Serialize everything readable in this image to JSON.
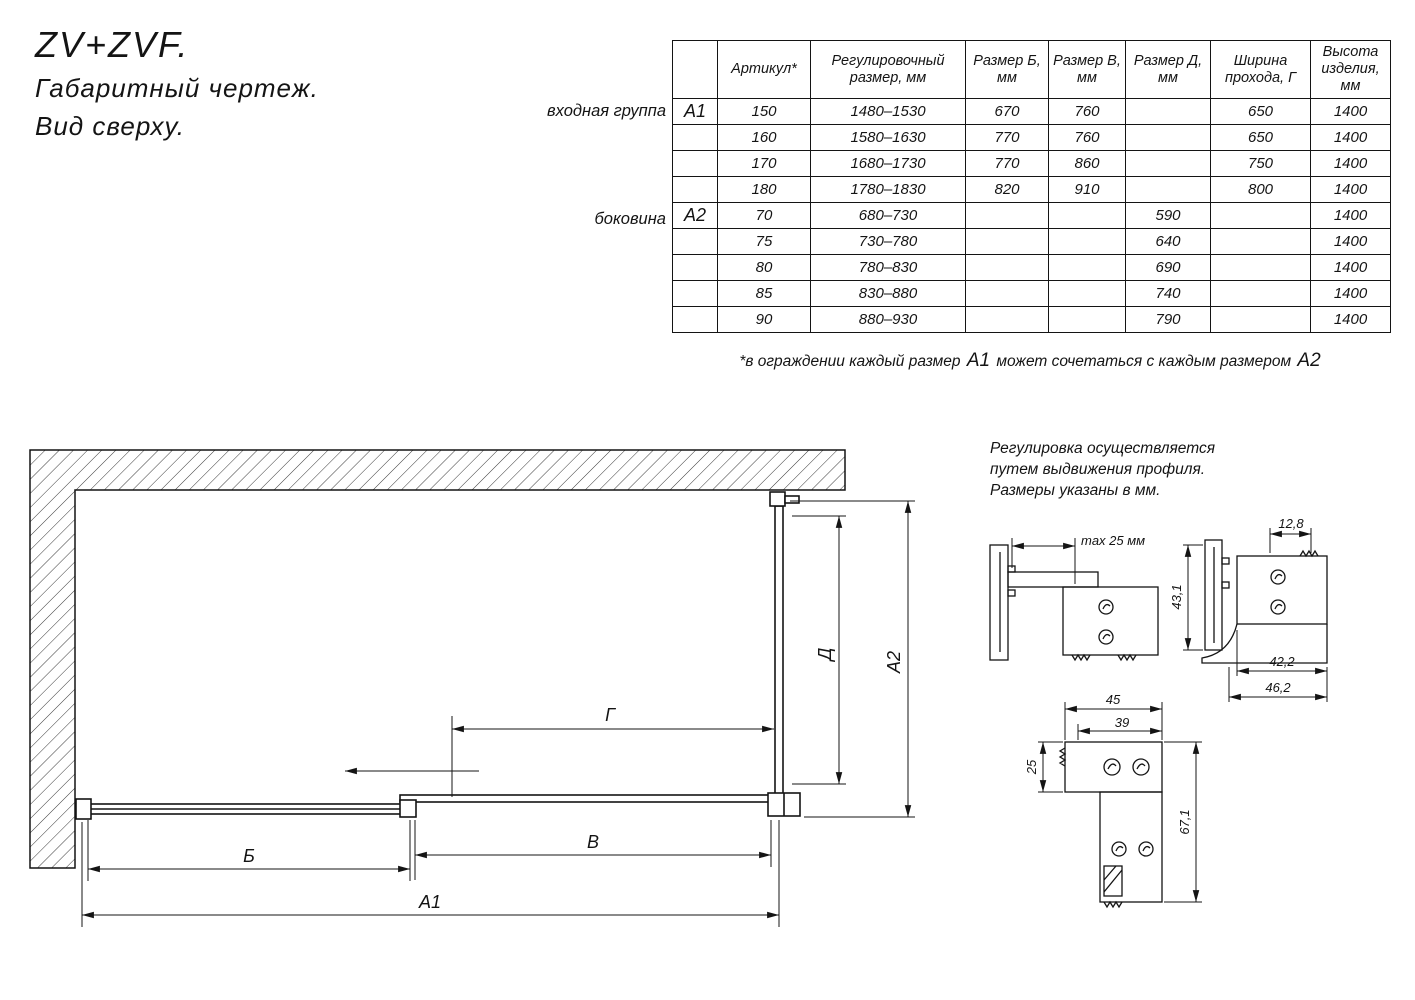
{
  "title": {
    "product": "ZV+ZVF.",
    "line2": "Габаритный чертеж.",
    "line3": "Вид сверху."
  },
  "table": {
    "side_labels": {
      "entry_group": "входная группа",
      "side_panel": "боковина"
    },
    "headers": {
      "article": "Артикул*",
      "adjust": "Регулировочный размер, мм",
      "size_b": "Размер Б, мм",
      "size_v": "Размер В, мм",
      "size_d": "Размер Д, мм",
      "pass_g": "Ширина прохода, Г",
      "height": "Высота изделия, мм"
    },
    "rows": [
      {
        "code": "А1",
        "article": "150",
        "adjust": "1480–1530",
        "size_b": "670",
        "size_v": "760",
        "size_d": "",
        "pass_g": "650",
        "height": "1400"
      },
      {
        "code": "",
        "article": "160",
        "adjust": "1580–1630",
        "size_b": "770",
        "size_v": "760",
        "size_d": "",
        "pass_g": "650",
        "height": "1400"
      },
      {
        "code": "",
        "article": "170",
        "adjust": "1680–1730",
        "size_b": "770",
        "size_v": "860",
        "size_d": "",
        "pass_g": "750",
        "height": "1400"
      },
      {
        "code": "",
        "article": "180",
        "adjust": "1780–1830",
        "size_b": "820",
        "size_v": "910",
        "size_d": "",
        "pass_g": "800",
        "height": "1400"
      },
      {
        "code": "А2",
        "article": "70",
        "adjust": "680–730",
        "size_b": "",
        "size_v": "",
        "size_d": "590",
        "pass_g": "",
        "height": "1400"
      },
      {
        "code": "",
        "article": "75",
        "adjust": "730–780",
        "size_b": "",
        "size_v": "",
        "size_d": "640",
        "pass_g": "",
        "height": "1400"
      },
      {
        "code": "",
        "article": "80",
        "adjust": "780–830",
        "size_b": "",
        "size_v": "",
        "size_d": "690",
        "pass_g": "",
        "height": "1400"
      },
      {
        "code": "",
        "article": "85",
        "adjust": "830–880",
        "size_b": "",
        "size_v": "",
        "size_d": "740",
        "pass_g": "",
        "height": "1400"
      },
      {
        "code": "",
        "article": "90",
        "adjust": "880–930",
        "size_b": "",
        "size_v": "",
        "size_d": "790",
        "pass_g": "",
        "height": "1400"
      }
    ],
    "footnote": {
      "part1": "*в ограждении каждый размер ",
      "code1": "А1",
      "part2": " может сочетаться с каждым размером ",
      "code2": "А2"
    }
  },
  "plan": {
    "dim_b": "Б",
    "dim_v": "В",
    "dim_a1": "А1",
    "dim_d": "Д",
    "dim_a2": "А2",
    "dim_g": "Г"
  },
  "note": {
    "line1": "Регулировка осуществляется",
    "line2": "путем выдвижения профиля.",
    "line3": "Размеры указаны в мм."
  },
  "details": {
    "max25": "max 25 мм",
    "w12_8": "12,8",
    "h43_1": "43,1",
    "w42_2": "42,2",
    "w46_2": "46,2",
    "w45": "45",
    "w39": "39",
    "h25": "25",
    "h67_1": "67,1"
  }
}
